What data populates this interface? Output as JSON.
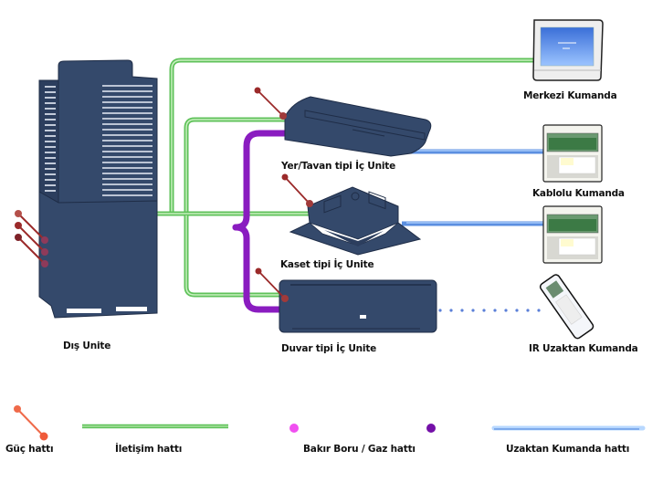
{
  "diagram": {
    "title": "VRF klima sistemi bağlantı şeması",
    "colors": {
      "unit_body": "#34496b",
      "unit_dark": "#1f2d47",
      "power_line": "#9b2a2a",
      "power_legend": "#ef6a4a",
      "comm_line": "#5fc25a",
      "comm_line_light": "#c9f0c0",
      "pipe_magenta": "#e020e0",
      "pipe_purple": "#8a1cc0",
      "remote_line": "#5b8fe0",
      "remote_line_light": "#b8d8ff",
      "ir_dots": "#5b7fd8",
      "label_text": "#111111"
    },
    "outdoor_unit": {
      "label": "Dış Unite"
    },
    "indoor_units": [
      {
        "id": "ceiling",
        "label": "Yer/Tavan tipi İç Unite"
      },
      {
        "id": "cassette",
        "label": "Kaset tipi İç Unite"
      },
      {
        "id": "wall",
        "label": "Duvar tipi İç Unite"
      }
    ],
    "controllers": [
      {
        "id": "central",
        "label": "Merkezi Kumanda"
      },
      {
        "id": "wired",
        "label": "Kablolu Kumanda"
      },
      {
        "id": "wired2",
        "label": ""
      },
      {
        "id": "ir",
        "label": "IR Uzaktan Kumanda"
      }
    ],
    "legend": [
      {
        "id": "power",
        "label": "Güç hattı"
      },
      {
        "id": "comm",
        "label": "İletişim hattı"
      },
      {
        "id": "pipe",
        "label": "Bakır Boru / Gaz  hattı"
      },
      {
        "id": "remote",
        "label": "Uzaktan Kumanda  hattı"
      }
    ]
  }
}
